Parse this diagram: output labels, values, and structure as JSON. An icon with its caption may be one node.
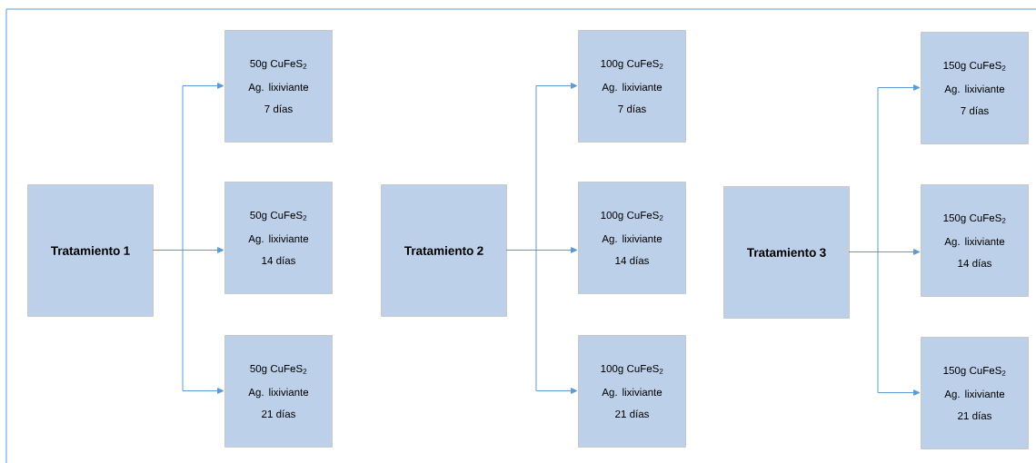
{
  "diagram": {
    "nodes": [
      {
        "text": [
          "Tratamiento 1"
        ]
      },
      {
        "text": [
          "50g CuFeS$_{2}$",
          "Ag. lixiviante",
          "7 días"
        ]
      },
      {
        "text": [
          "50g CuFeS$_{2}$",
          "Ag. lixiviante",
          "14 días"
        ]
      },
      {
        "text": [
          "50g CuFeS$_{2}$",
          "Ag. lixiviante",
          "21 días"
        ]
      },
      {
        "text": [
          "Tratamiento 2"
        ]
      },
      {
        "text": [
          "100g CuFeS$_{2}$",
          "Ag. lixiviante",
          "7 días"
        ]
      },
      {
        "text": [
          "100g CuFeS$_{2}$",
          "Ag. lixiviante",
          "14 días"
        ]
      },
      {
        "text": [
          "100g CuFeS$_{2}$",
          "Ag. lixiviante",
          "21 días"
        ]
      },
      {
        "text": [
          "Tratamiento 3"
        ]
      },
      {
        "text": [
          "150g CuFeS$_{2}$",
          "Ag. lixiviante",
          "7 días"
        ]
      },
      {
        "text": [
          "150g CuFeS$_{2}$",
          "Ag. lixiviante",
          "14 días"
        ]
      },
      {
        "text": [
          "150g CuFeS$_{2}$",
          "Ag. lixiviante",
          "21 días"
        ]
      }
    ],
    "edges": [
      {
        "from": 0,
        "to": 1,
        "arrow": "to"
      },
      {
        "from": 0,
        "to": 2,
        "arrow": "to"
      },
      {
        "from": 0,
        "to": 3,
        "arrow": "to"
      },
      {
        "from": 4,
        "to": 5,
        "arrow": "to"
      },
      {
        "from": 4,
        "to": 6,
        "arrow": "to"
      },
      {
        "from": 4,
        "to": 7,
        "arrow": "to"
      },
      {
        "from": 8,
        "to": 9,
        "arrow": "to"
      },
      {
        "from": 8,
        "to": 10,
        "arrow": "to"
      },
      {
        "from": 8,
        "to": 11,
        "arrow": "to"
      }
    ]
  }
}
